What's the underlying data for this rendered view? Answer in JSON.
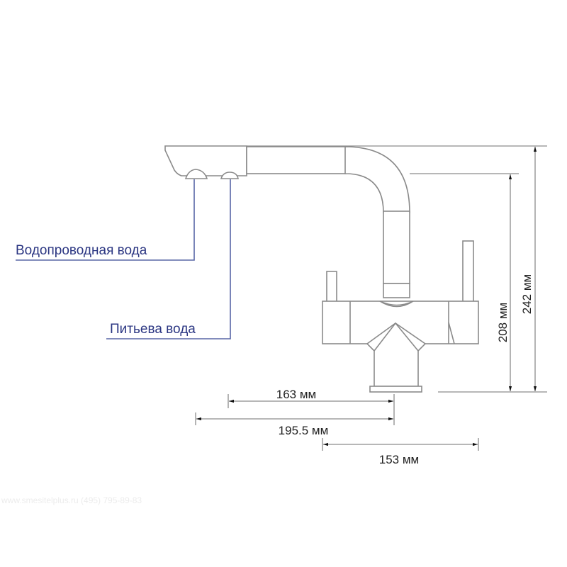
{
  "callouts": {
    "tap_water": "Водопроводная вода",
    "drinking_water": "Питьева вода"
  },
  "dimensions": {
    "spout_reach_163": "163 мм",
    "spout_reach_195": "195.5 мм",
    "body_width_153": "153 мм",
    "height_208": "208 мм",
    "height_242": "242 мм"
  },
  "watermark": "www.smesitelplus.ru (495) 795-89-83",
  "colors": {
    "callout": "#2b3682",
    "outline": "#8a8a8a"
  }
}
